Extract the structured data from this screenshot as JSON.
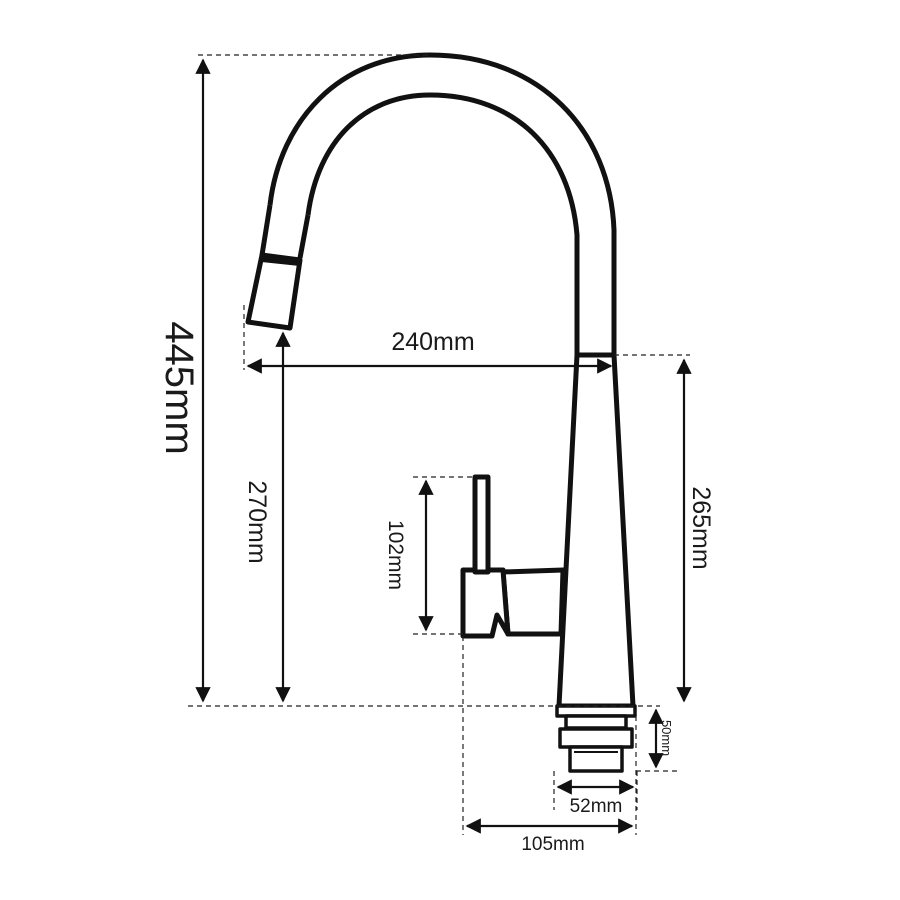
{
  "diagram": {
    "dimensions": {
      "total_height": "445mm",
      "spout_reach": "240mm",
      "spout_height": "270mm",
      "body_height": "265mm",
      "handle_height": "102mm",
      "base_height": "50mm",
      "shank_diameter": "52mm",
      "base_width": "105mm"
    }
  }
}
